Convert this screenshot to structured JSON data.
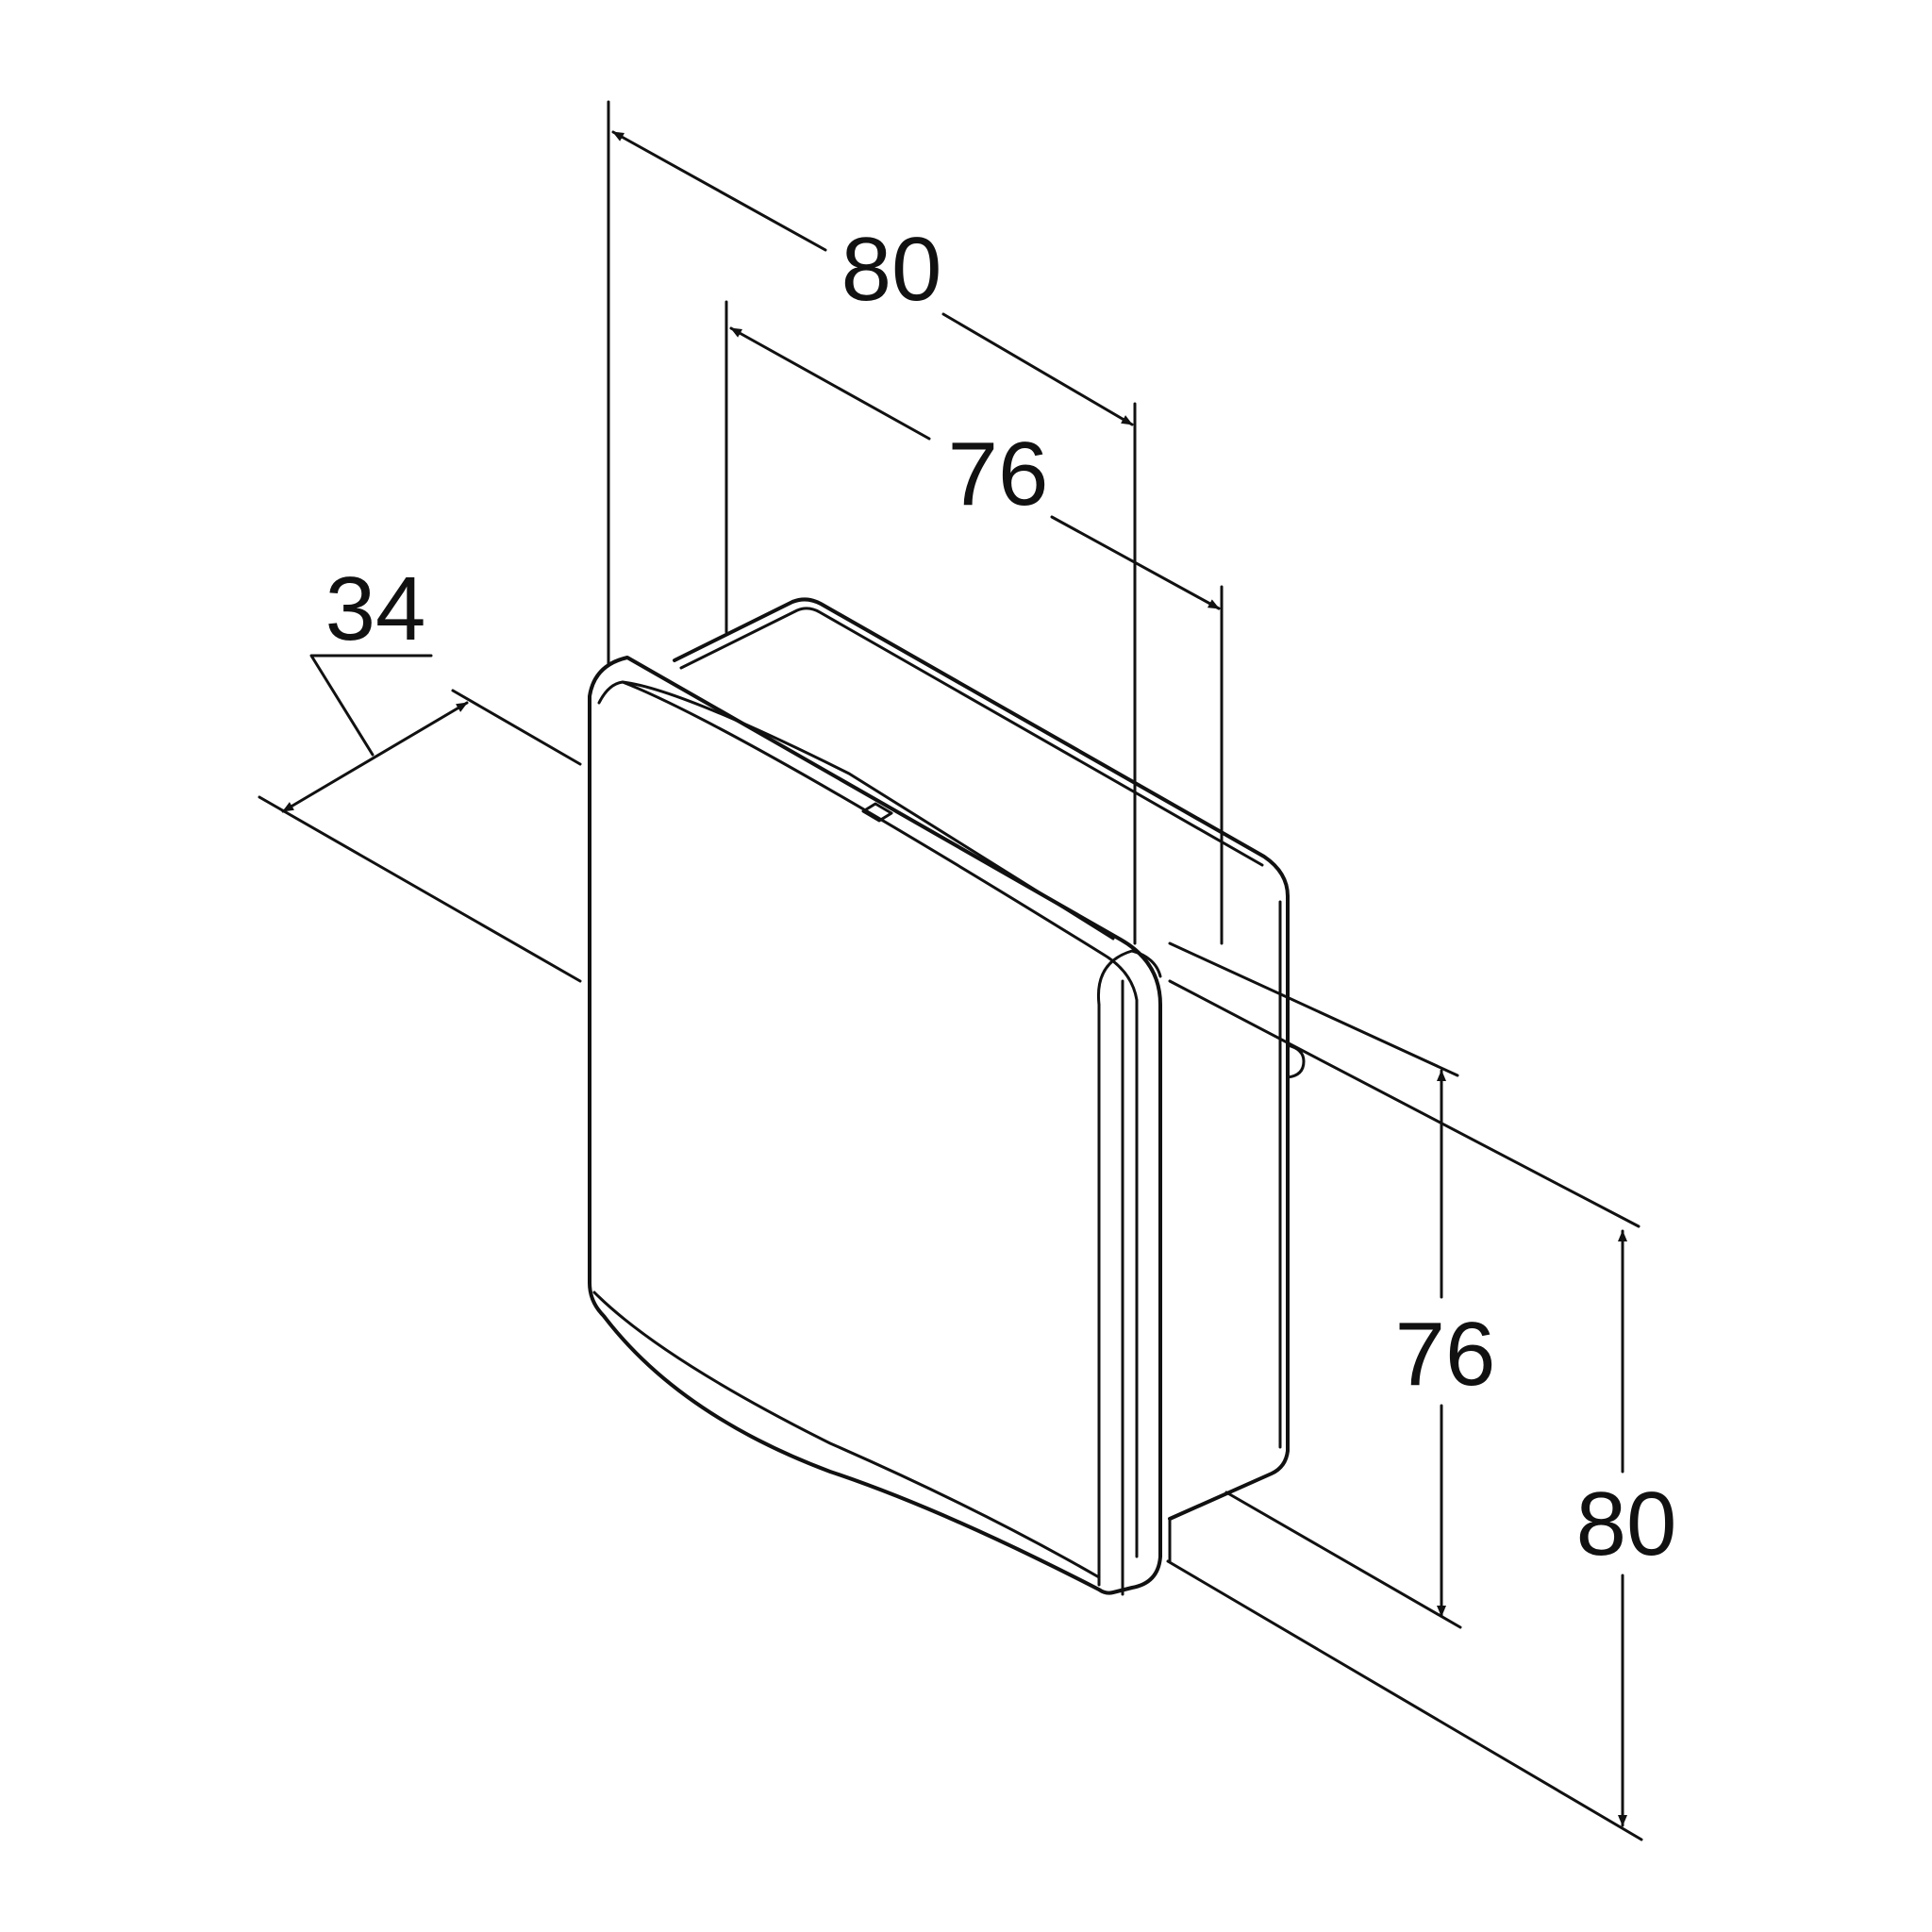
{
  "colors": {
    "line": "#111111",
    "background": "#ffffff"
  },
  "dimensions": {
    "outer_width": "80",
    "inner_width": "76",
    "depth": "34",
    "inner_height": "76",
    "outer_height": "80"
  }
}
